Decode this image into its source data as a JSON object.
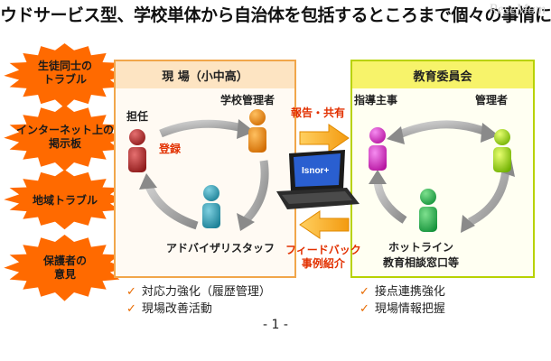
{
  "header": {
    "title": "ウドサービス型、学校単体から自治体を包括するところまで個々の事情に応じ"
  },
  "watermark": "ReseMom",
  "issues": [
    {
      "label": "生徒同士の\nトラブル"
    },
    {
      "label": "インターネット上の\n掲示板"
    },
    {
      "label": "地域トラブル"
    },
    {
      "label": "保護者の\n意見"
    }
  ],
  "school_panel": {
    "title": "現 場（小中高）",
    "people": {
      "homeroom": "担任",
      "admin": "学校管理者",
      "advisor": "アドバイザリスタッフ"
    },
    "register_label": "登録"
  },
  "board_panel": {
    "title": "教育委員会",
    "people": {
      "supervisor": "指導主事",
      "manager": "管理者",
      "hotline": "ホットライン\n教育相談窓口等"
    }
  },
  "flows": {
    "report_share": "報告・共有",
    "feedback": "フィードバック\n事例紹介"
  },
  "laptop_screen_text": "Isnor+",
  "bottom_left": [
    "対応力強化（履歴管理）",
    "現場改善活動"
  ],
  "bottom_right": [
    "接点連携強化",
    "現場情報把握"
  ],
  "check_mark": "✓",
  "page_number": "- 1 -",
  "colors": {
    "star": "#ff6a00",
    "school_border": "#f1a64a",
    "school_header": "#fde4c2",
    "board_border": "#b8d200",
    "board_header": "#f7f36a",
    "arrow_orange": "#f6a81c",
    "arrow_gray": "#a9a9a9"
  }
}
